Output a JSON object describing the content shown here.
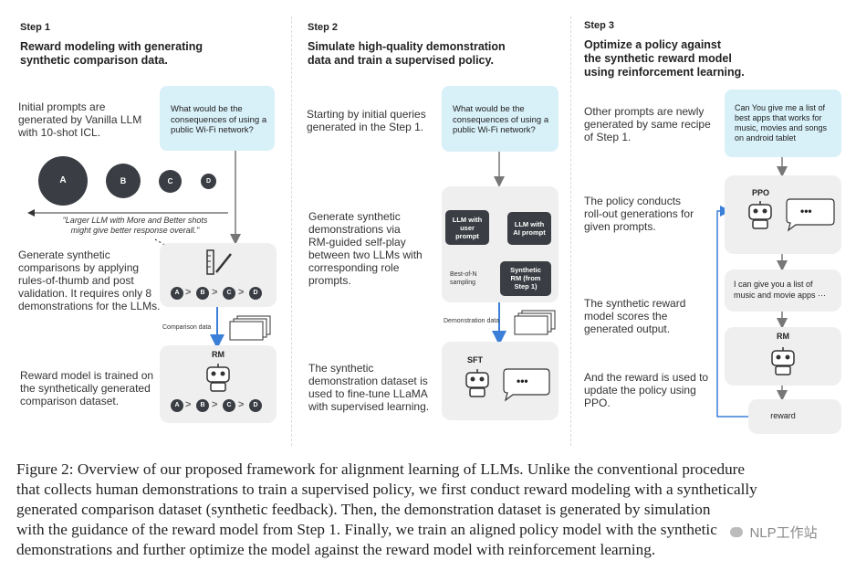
{
  "step1": {
    "step_label": "Step 1",
    "title_l1": "Reward modeling with generating",
    "title_l2": "synthetic comparison data.",
    "text1_l1": "Initial prompts are",
    "text1_l2": "generated by Vanilla LLM",
    "text1_l3": "with 10-shot ICL.",
    "prompt_l1": "What would be the",
    "prompt_l2": "consequences of using a",
    "prompt_l3": "public Wi-Fi network?",
    "circles": [
      "A",
      "B",
      "C",
      "D"
    ],
    "quote_l1": "\"Larger LLM with More and Better shots",
    "quote_l2": "might give better response overall.\"",
    "text2_l1": "Generate synthetic",
    "text2_l2": "comparisons by applying",
    "text2_l3": "rules-of-thumb and post",
    "text2_l4": "validation. It requires only 8",
    "text2_l5": "demonstrations for the LLMs.",
    "comparison_label": "Comparison data",
    "rm_label": "RM",
    "text3_l1": "Reward model is trained on",
    "text3_l2": "the synthetically generated",
    "text3_l3": "comparison dataset.",
    "ranking": [
      "A",
      "B",
      "C",
      "D"
    ],
    "ranking_sep": ">"
  },
  "step2": {
    "step_label": "Step 2",
    "title_l1": "Simulate high-quality demonstration",
    "title_l2": "data and train a supervised policy.",
    "text1_l1": "Starting by initial queries",
    "text1_l2": "generated in the Step 1.",
    "prompt_l1": "What would be the",
    "prompt_l2": "consequences of using a",
    "prompt_l3": "public Wi-Fi network?",
    "text2_l1": "Generate synthetic",
    "text2_l2": "demonstrations via",
    "text2_l3": "RM-guided self-play",
    "text2_l4": "between two LLMs with",
    "text2_l5": "corresponding role",
    "text2_l6": "prompts.",
    "llm_user_l1": "LLM with",
    "llm_user_l2": "user",
    "llm_user_l3": "prompt",
    "llm_ai_l1": "LLM with",
    "llm_ai_l2": "AI prompt",
    "synth_rm_l1": "Synthetic",
    "synth_rm_l2": "RM (from",
    "synth_rm_l3": "Step 1)",
    "bon_l1": "Best-of-N",
    "bon_l2": "sampling",
    "demo_label": "Demonstration data",
    "sft_label": "SFT",
    "text3_l1": "The synthetic",
    "text3_l2": "demonstration dataset is",
    "text3_l3": "used to fine-tune LLaMA",
    "text3_l4": "with supervised learning.",
    "bubble": "•••"
  },
  "step3": {
    "step_label": "Step 3",
    "title_l1": "Optimize a policy against",
    "title_l2": "the synthetic reward model",
    "title_l3": "using reinforcement learning.",
    "text1_l1": "Other prompts are newly",
    "text1_l2": "generated by same recipe",
    "text1_l3": "of Step 1.",
    "prompt_l1": "Can You give me a list of",
    "prompt_l2": "best apps that works for",
    "prompt_l3": "music, movies and songs",
    "prompt_l4": "on android tablet",
    "text2_l1": "The policy conducts",
    "text2_l2": "roll-out generations for",
    "text2_l3": "given prompts.",
    "ppo_label": "PPO",
    "bubble": "•••",
    "output_l1": "I can give you a list of",
    "output_l2": "music and movie apps ···",
    "text3_l1": "The synthetic reward",
    "text3_l2": "model scores the",
    "text3_l3": "generated output.",
    "rm_label": "RM",
    "text4_l1": "And the reward is used to",
    "text4_l2": "update the policy using",
    "text4_l3": "PPO.",
    "reward_label": "reward"
  },
  "caption": {
    "l1": "Figure 2: Overview of our proposed framework for alignment learning of LLMs. Unlike the conventional procedure",
    "l2": "that collects human demonstrations to train a supervised policy, we first conduct reward modeling with a synthetically",
    "l3": "generated comparison dataset (synthetic feedback). Then, the demonstration dataset is generated by simulation",
    "l4": "with the guidance of the reward model from Step 1. Finally, we train an aligned policy model with the synthetic",
    "l5": "demonstrations and further optimize the model against the reward model with reinforcement learning."
  },
  "watermark": "NLP工作站",
  "colors": {
    "arrow_gray": "#777777",
    "arrow_blue": "#3b7fd9",
    "prompt_bg": "#d8f0f8",
    "box_bg": "#efefef",
    "dark": "#3a3d43"
  }
}
